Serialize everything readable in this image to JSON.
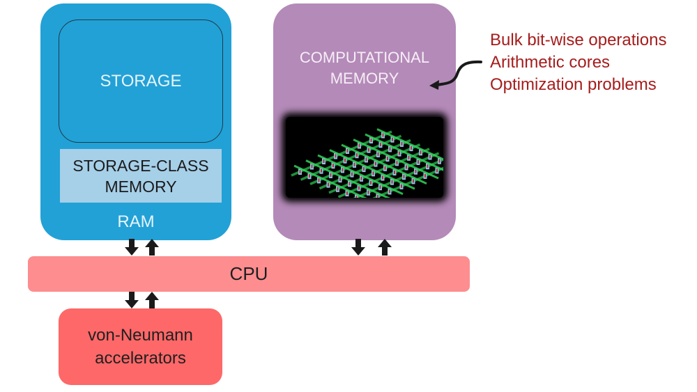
{
  "ram": {
    "label": "RAM",
    "storage_label": "STORAGE",
    "scm_line1": "STORAGE-CLASS",
    "scm_line2": "MEMORY",
    "color": "#22a1d6"
  },
  "computational_memory": {
    "line1": "COMPUTATIONAL",
    "line2": "MEMORY",
    "image": "crossbar-array-illustration",
    "color": "#b48ab8"
  },
  "applications": {
    "items": [
      "Bulk bit-wise operations",
      "Arithmetic cores",
      "Optimization problems"
    ],
    "color": "#a61c1c"
  },
  "cpu": {
    "label": "CPU",
    "color": "#fd8d8f"
  },
  "accelerators": {
    "line1": "von-Neumann",
    "line2": "accelerators",
    "color": "#fe6868"
  },
  "connections": [
    {
      "from": "RAM",
      "to": "CPU",
      "direction": "bidirectional"
    },
    {
      "from": "COMPUTATIONAL MEMORY",
      "to": "CPU",
      "direction": "bidirectional"
    },
    {
      "from": "CPU",
      "to": "von-Neumann accelerators",
      "direction": "bidirectional"
    }
  ]
}
